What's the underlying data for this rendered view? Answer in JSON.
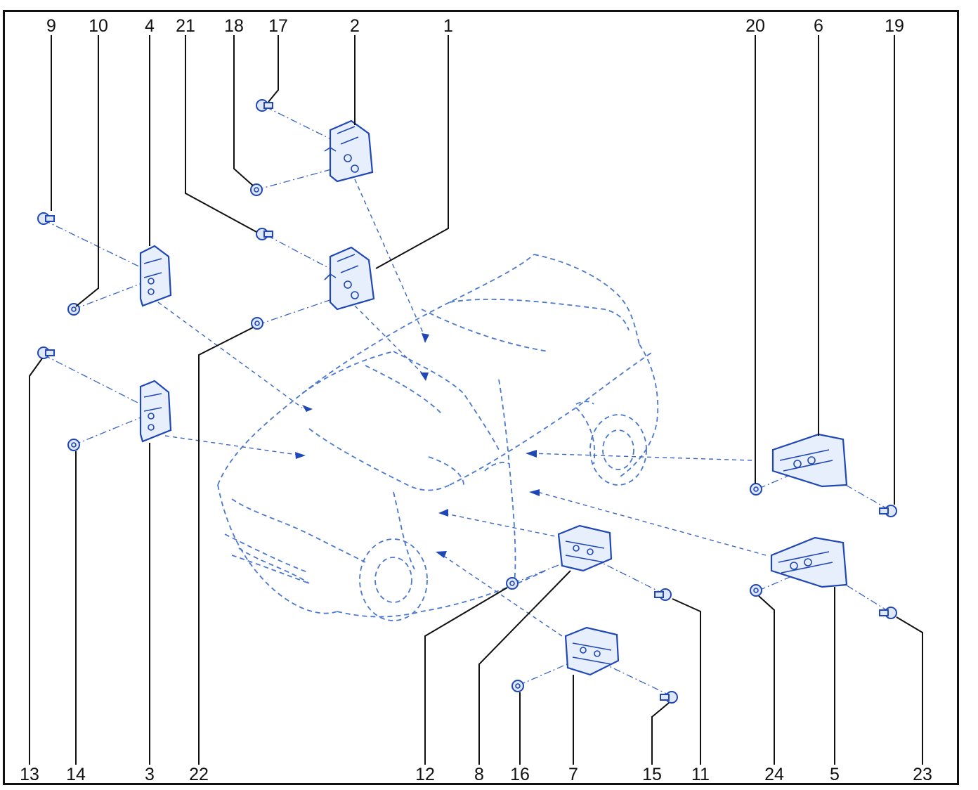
{
  "labels": {
    "top": [
      "9",
      "10",
      "4",
      "21",
      "18",
      "17",
      "2",
      "1",
      "20",
      "6",
      "19"
    ],
    "bottom": [
      "13",
      "14",
      "3",
      "22",
      "12",
      "8",
      "16",
      "7",
      "15",
      "11",
      "24",
      "5",
      "23"
    ]
  },
  "colors": {
    "line_art": "#1f47b5",
    "leaders": "#111111",
    "frame": "#111111"
  }
}
